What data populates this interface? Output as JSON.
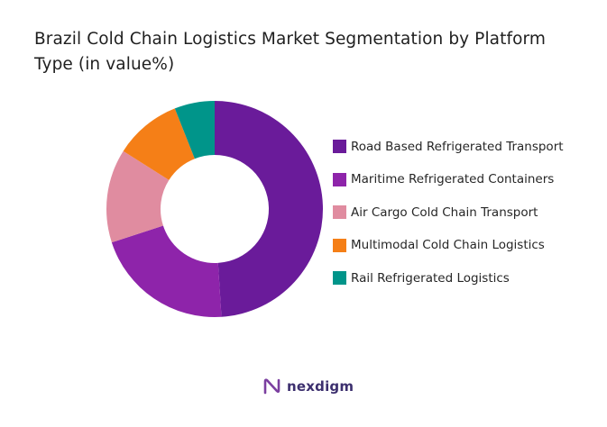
{
  "title": "Brazil Cold Chain Logistics Market Segmentation by Platform Type (in value%)",
  "brand": {
    "name": "nexdigm",
    "logo_icon": "nexdigm-n-logo-icon",
    "color": "#3c2f6e"
  },
  "chart_data": {
    "type": "pie",
    "donut": true,
    "title": "Brazil Cold Chain Logistics Market Segmentation by Platform Type (in value%)",
    "legend_position": "right",
    "categories": [
      "Road Based Refrigerated Transport",
      "Maritime Refrigerated Containers",
      "Air Cargo Cold Chain Transport",
      "Multimodal Cold Chain Logistics",
      "Rail Refrigerated Logistics"
    ],
    "values": [
      49,
      21,
      14,
      10,
      6
    ],
    "colors": [
      "#6a1b9a",
      "#8e24aa",
      "#e08ca0",
      "#f57f17",
      "#00958a"
    ]
  }
}
